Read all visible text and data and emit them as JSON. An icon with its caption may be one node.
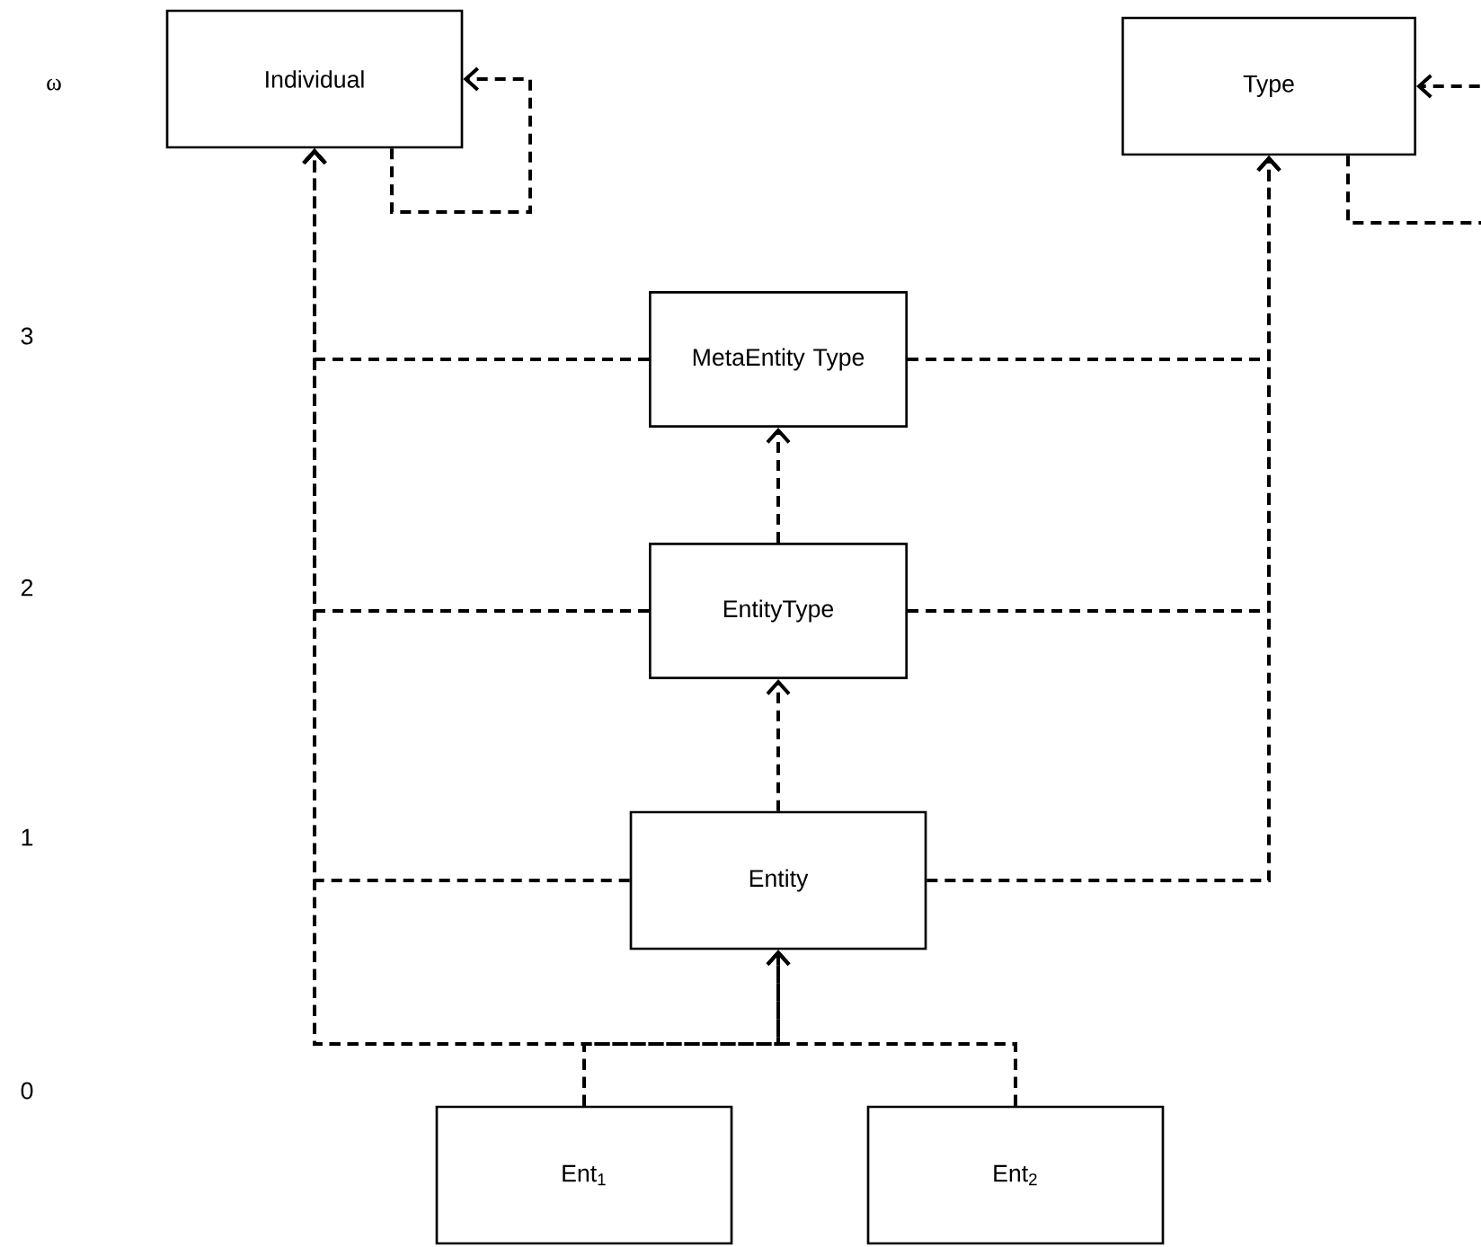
{
  "diagram": {
    "nodes": [
      {
        "text": [
          "Individual"
        ]
      },
      {
        "text": [
          "Type"
        ]
      },
      {
        "text": [
          "MetaEntity Type"
        ]
      },
      {
        "text": [
          "EntityType"
        ]
      },
      {
        "text": [
          "Entity"
        ]
      },
      {
        "text": [
          "Ent$_{1}$"
        ]
      },
      {
        "text": [
          "Ent$_{2}$"
        ]
      }
    ],
    "edges": [
      {
        "from": 0,
        "to": 0,
        "arrow": "to",
        "style": "dashed"
      },
      {
        "from": 1,
        "to": 1,
        "arrow": "to",
        "style": "dashed"
      },
      {
        "from": 2,
        "to": 0,
        "arrow": "to",
        "style": "dashed"
      },
      {
        "from": 2,
        "to": 1,
        "arrow": "to",
        "style": "dashed"
      },
      {
        "from": 3,
        "to": 0,
        "arrow": "to",
        "style": "dashed"
      },
      {
        "from": 3,
        "to": 1,
        "arrow": "to",
        "style": "dashed"
      },
      {
        "from": 4,
        "to": 0,
        "arrow": "to",
        "style": "dashed"
      },
      {
        "from": 4,
        "to": 1,
        "arrow": "to",
        "style": "dashed"
      },
      {
        "from": 3,
        "to": 2,
        "arrow": "to",
        "style": "dashed"
      },
      {
        "from": 4,
        "to": 3,
        "arrow": "to",
        "style": "dashed"
      },
      {
        "from": 5,
        "to": 4,
        "arrow": "to",
        "style": "dashed"
      },
      {
        "from": 6,
        "to": 4,
        "arrow": "to",
        "style": "dashed"
      },
      {
        "from": 5,
        "to": 0,
        "arrow": "to",
        "style": "dashed"
      },
      {
        "from": 6,
        "to": 0,
        "arrow": "to",
        "style": "dashed"
      }
    ],
    "labels": [
      "ω",
      "3",
      "2",
      "1",
      "0"
    ]
  }
}
